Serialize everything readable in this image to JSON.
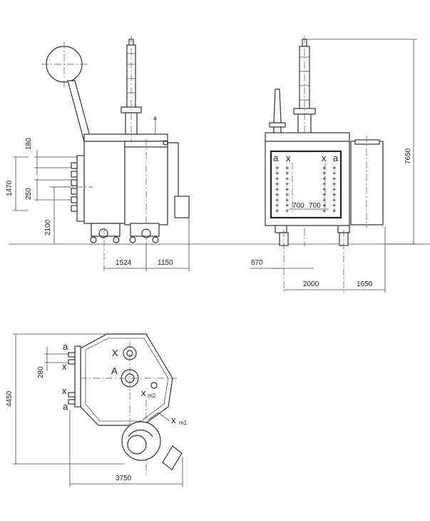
{
  "dimensions": {
    "d180": "180",
    "d1470": "1470",
    "d250": "250",
    "d2100": "2100",
    "d1524": "1524",
    "d1150": "1150",
    "d7650": "7650",
    "d700a": "700",
    "d700b": "700",
    "d670": "670",
    "d2000": "2000",
    "d1650": "1650",
    "d280": "280",
    "d4450": "4450",
    "d3750": "3750"
  },
  "labels": {
    "side_top": "a",
    "front_a_left": "a",
    "front_x_left": "x",
    "front_x_right": "x",
    "front_a_right": "a",
    "plan_a_top": "a",
    "plan_x_top": "x",
    "plan_X": "X",
    "plan_A": "A",
    "plan_x_bottom": "x",
    "plan_a_bottom": "a",
    "plan_xm2": "x",
    "plan_xm2_sub": "m2",
    "plan_xm1": "x",
    "plan_xm1_sub": "m1"
  }
}
